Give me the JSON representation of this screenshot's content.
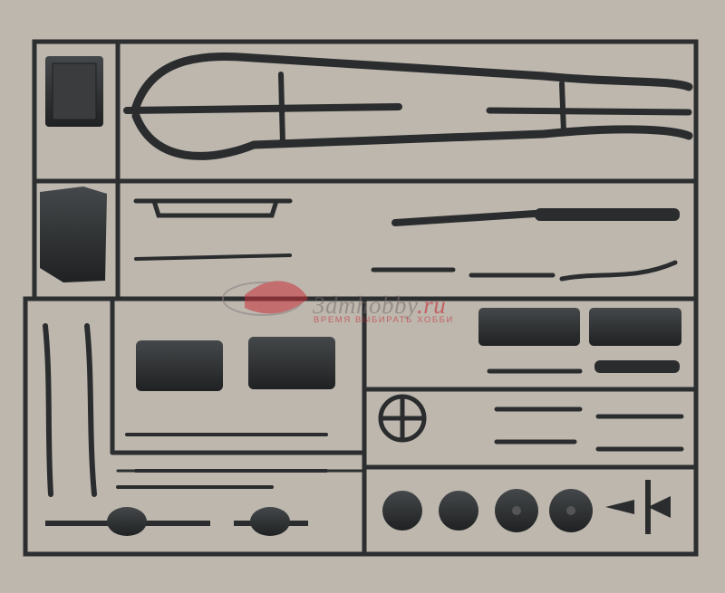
{
  "image": {
    "subject": "plastic model kit sprue",
    "background_color": "#bdb7ae",
    "plastic_color": "#2e3030"
  },
  "watermark": {
    "logo_text": "3dmhobby",
    "logo_tld": ".ru",
    "tagline": "ВРЕМЯ ВЫБИРАТЬ ХОББИ"
  }
}
